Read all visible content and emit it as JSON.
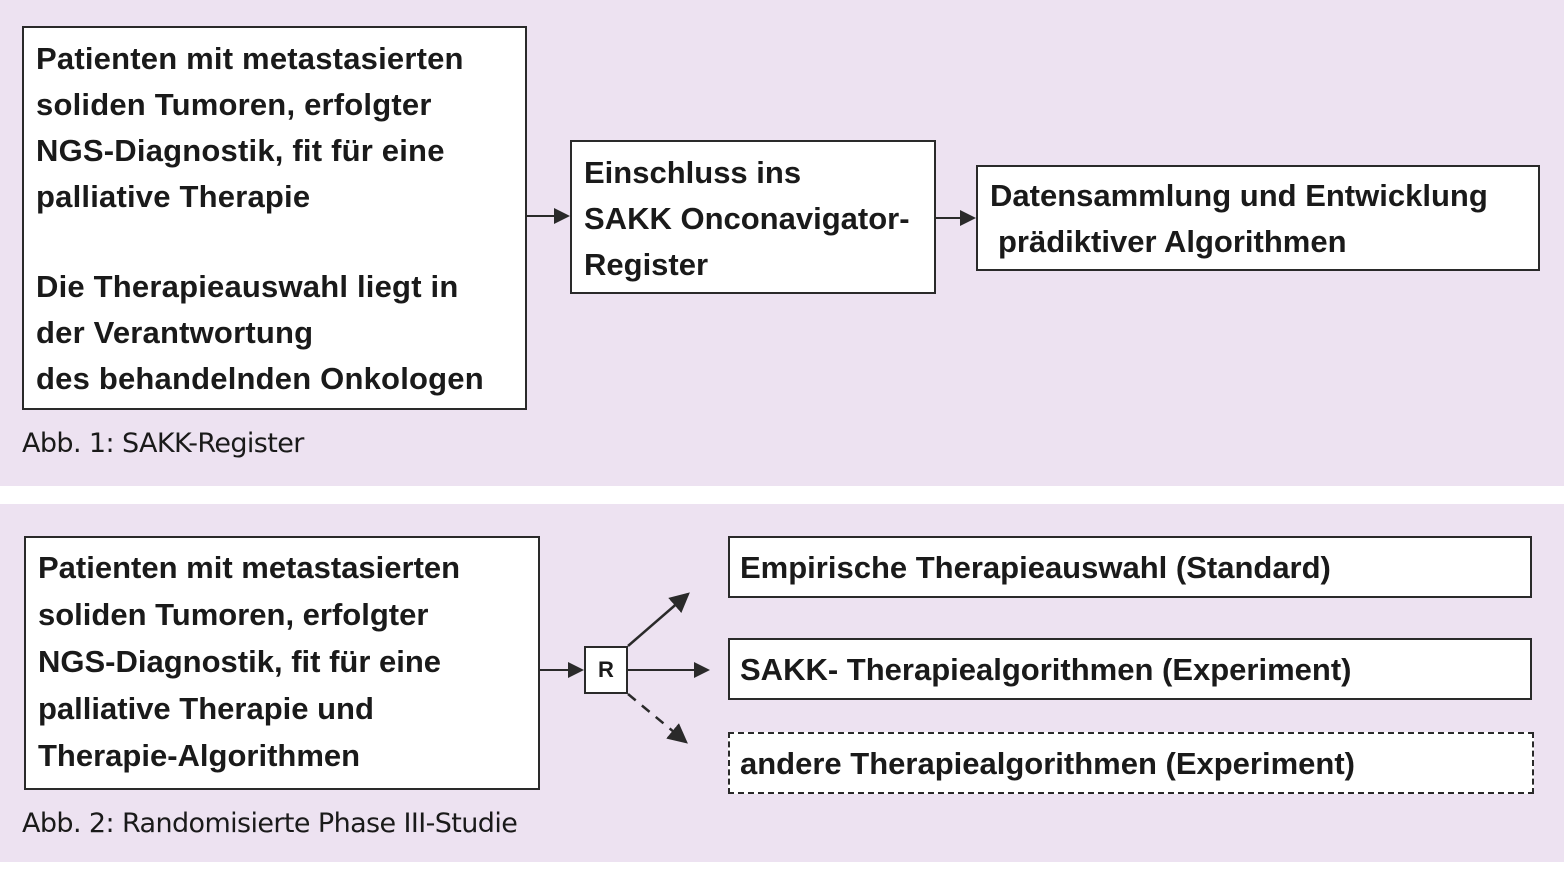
{
  "colors": {
    "panel_background": "#ede2f1",
    "page_background": "#ffffff",
    "box_border": "#2a2a2a",
    "text": "#1a1a1a"
  },
  "figure1": {
    "patients_box": {
      "paragraph1": [
        "Patienten mit metastasierten",
        "soliden Tumoren, erfolgter",
        "NGS-Diagnostik, fit für eine",
        "palliative Therapie"
      ],
      "paragraph2": [
        "Die Therapieauswahl liegt in",
        "der Verantwortung",
        "des behandelnden Onkologen"
      ]
    },
    "registry_box": [
      "Einschluss ins",
      "SAKK Onconavigator-",
      "Register"
    ],
    "data_box": [
      "Datensammlung und Entwicklung",
      "prädiktiver Algorithmen"
    ],
    "caption": "Abb. 1: SAKK-Register"
  },
  "figure2": {
    "patients_box": [
      "Patienten mit metastasierten",
      "soliden Tumoren, erfolgter",
      "NGS-Diagnostik, fit für eine",
      "palliative Therapie und",
      "Therapie-Algorithmen"
    ],
    "randomization_label": "R",
    "arms": [
      {
        "label": "Empirische Therapieauswahl (Standard)",
        "line_style": "solid"
      },
      {
        "label": "SAKK- Therapiealgorithmen (Experiment)",
        "line_style": "solid"
      },
      {
        "label": "andere Therapiealgorithmen (Experiment)",
        "line_style": "dashed"
      }
    ],
    "caption": "Abb. 2: Randomisierte Phase III-Studie"
  }
}
